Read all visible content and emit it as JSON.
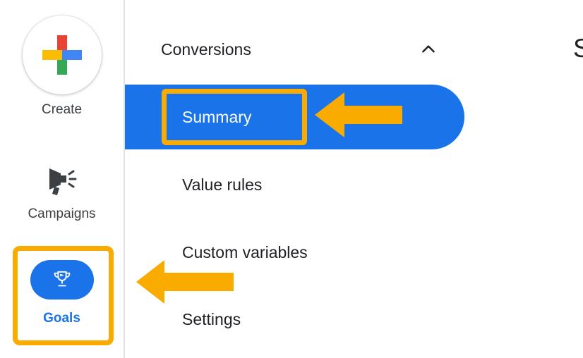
{
  "sidebar": {
    "create": {
      "label": "Create",
      "icon": "google-plus-icon"
    },
    "campaigns": {
      "label": "Campaigns",
      "icon": "megaphone-icon"
    },
    "goals": {
      "label": "Goals",
      "icon": "trophy-icon",
      "selected": true
    }
  },
  "nav": {
    "section": {
      "label": "Conversions",
      "state": "expanded",
      "icon": "chevron-up-icon"
    },
    "items": [
      {
        "label": "Summary",
        "selected": true
      },
      {
        "label": "Value rules",
        "selected": false
      },
      {
        "label": "Custom variables",
        "selected": false
      },
      {
        "label": "Settings",
        "selected": false
      }
    ]
  },
  "content": {
    "partial_heading": "S"
  },
  "annotations": {
    "summary": {
      "type": "highlight-box-and-left-arrow",
      "target": "Summary"
    },
    "goals": {
      "type": "highlight-box-and-left-arrow",
      "target": "Goals"
    }
  },
  "colors": {
    "accent_blue": "#1a73e8",
    "highlight_yellow": "#f9ab00",
    "text_dark": "#202124",
    "text_gray": "#3c4043",
    "google_red": "#ea4335",
    "google_green": "#34a853",
    "google_yellow": "#fbbc04",
    "google_blue": "#4285f4"
  }
}
